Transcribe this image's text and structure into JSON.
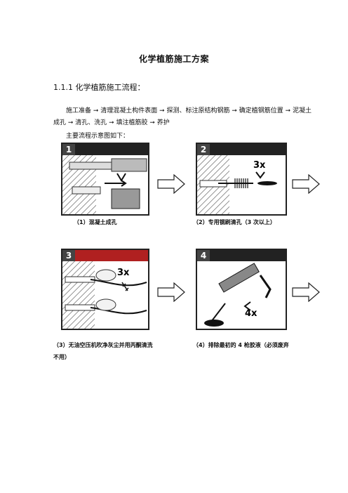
{
  "doc": {
    "title": "化学植筋施工方案",
    "section": "1.1.1 化学植筋施工流程：",
    "flow_line": "施工准备 ➞ 清理混凝土构件表面 ➞ 探测、标注原结构钢筋 ➞ 确定植钢筋位置 ➞ 泥凝土成孔 ➞ 清孔、洗孔  ➞ 填注植筋胶 ➞ 养护",
    "intro": "主要流程示意图如下："
  },
  "steps": [
    {
      "num": "1",
      "caption": "（1）混凝土成孔"
    },
    {
      "num": "2",
      "caption": "（2）专用钢刷清孔（3 次以上）",
      "mark": "3x"
    },
    {
      "num": "3",
      "caption": "（3）无油空压机吹净灰尘并用丙酮清洗",
      "mark": "3x"
    },
    {
      "num": "4",
      "caption": "（4）排除最初的 4 枪胶液（必须废弃",
      "caption_cont": "不用）",
      "mark": "4x"
    }
  ]
}
